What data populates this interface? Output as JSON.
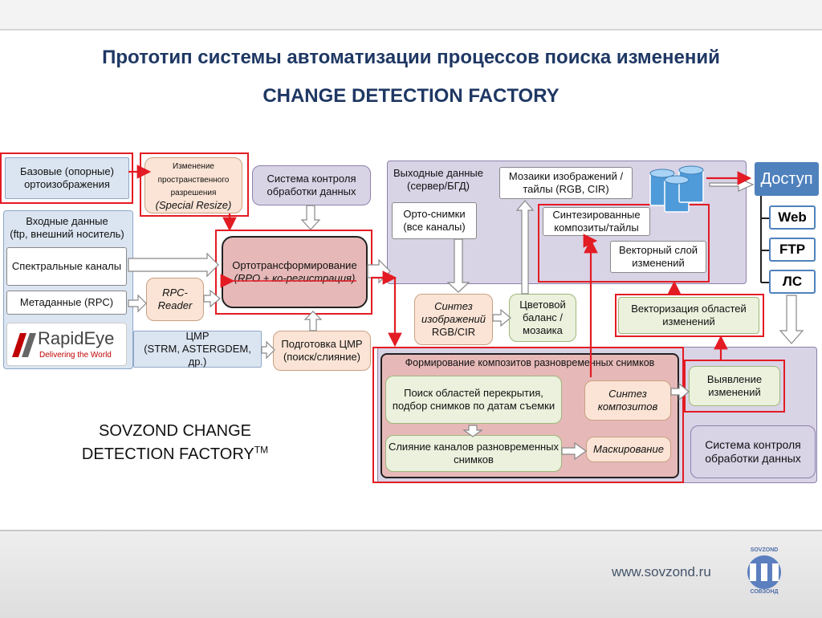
{
  "slide": {
    "title": "Прототип системы автоматизации процессов поиска изменений",
    "subtitle": "CHANGE DETECTION FACTORY",
    "caption_line1": "SOVZOND CHANGE",
    "caption_line2": "DETECTION FACTORY",
    "caption_tm": "TM",
    "url": "www.sovzond.ru",
    "logo_top_text": "SOVZOND",
    "logo_bottom_text": "СОВЗОНД"
  },
  "diagram": {
    "base_ortho": "Базовые (опорные) ортоизображения",
    "resize_line1": "Изменение пространственного разрешения",
    "resize_line2": "(Special Resize)",
    "control_top": "Система контроля обработки данных",
    "input_data_title": "Входные данные",
    "input_data_sub": "(ftp, внешний носитель)",
    "spectral": "Спектральные каналы",
    "metadata": "Метаданные (RPC)",
    "rapideye_name": "RapidEye",
    "rapideye_tagline": "Delivering the World",
    "rpc_reader": "RPC-Reader",
    "dem_title": "ЦМР",
    "dem_sub": "(STRM, ASTERGDEM, др.)",
    "dem_prep_title": "Подготовка ЦМР",
    "dem_prep_sub": "(поиск/слияние)",
    "orthotransform_title": "Ортотрансформирование",
    "orthotransform_sub": "(RPO + ко-регистрация)",
    "output_title": "Выходные данные",
    "output_sub": "(сервер/БГД)",
    "mosaics_line": "Мозаики изображений / тайлы",
    "mosaics_sub": "(RGB, CIR)",
    "ortho_images": "Орто-снимки",
    "ortho_images_sub": "(все каналы)",
    "synth_composites": "Синтезированные композиты/тайлы",
    "vector_layer": "Векторный слой изменений",
    "synth_images_line1": "Синтез изображений",
    "synth_images_line2": "RGB/CIR",
    "color_balance": "Цветовой баланс / мозаика",
    "vectorization": "Векторизация областей изменений",
    "composites_title": "Формирование композитов разновременных снимков",
    "overlap_search": "Поиск областей перекрытия, подбор снимков по датам съемки",
    "merge_channels": "Слияние каналов разновременных снимков",
    "synth_composites_step": "Синтез композитов",
    "masking": "Маскирование",
    "change_detection": "Выявление изменений",
    "control_bottom": "Система контроля обработки данных",
    "access": "Доступ",
    "svc_web": "Web",
    "svc_ftp": "FTP",
    "svc_ls": "ЛС"
  }
}
